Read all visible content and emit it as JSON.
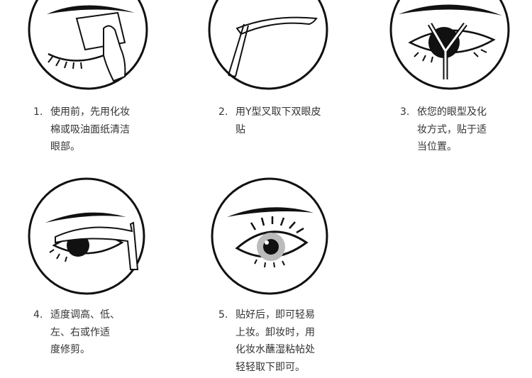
{
  "steps": [
    {
      "number": "1.",
      "text": "使用前，先用化妆\n棉或吸油面纸清洁\n眼部。",
      "icon": "eye-cleaning-icon"
    },
    {
      "number": "2.",
      "text": "用Y型叉取下双眼皮\n贴",
      "icon": "tweezers-strip-icon"
    },
    {
      "number": "3.",
      "text": "依您的眼型及化\n妆方式，贴于适\n当位置。",
      "icon": "eye-y-fork-icon"
    },
    {
      "number": "4.",
      "text": "适度调高、低、\n左、右或作适\n度修剪。",
      "icon": "eye-adjust-icon"
    },
    {
      "number": "5.",
      "text": "贴好后，即可轻易\n上妆。卸妆时，用\n化妆水蘸湿粘帖处\n轻轻取下即可。",
      "icon": "finished-eye-icon"
    }
  ]
}
